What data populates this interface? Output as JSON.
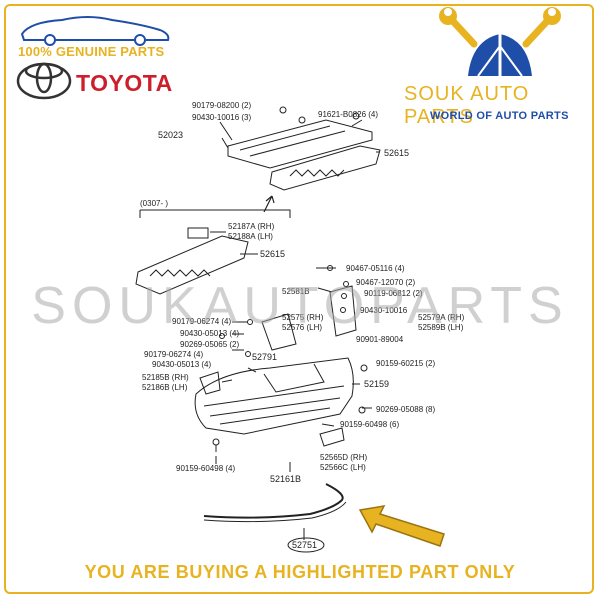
{
  "header": {
    "genuine_tag": "100% GENUINE PARTS",
    "brand_word": "TOYOTA",
    "seller_name": "SOUK AUTO PARTS",
    "seller_tagline": "WORLD OF AUTO PARTS"
  },
  "watermark": "SOUKAUTOPARTS",
  "footer": {
    "note": "YOU ARE BUYING A HIGHLIGHTED PART ONLY"
  },
  "diagram": {
    "period": "(0307-     )",
    "labels": {
      "p1": "90179-08200 (2)",
      "p2": "90430-10016 (3)",
      "p3": "91621-B0826 (4)",
      "p4": "52023",
      "p5": "52615",
      "p6": "52187A (RH)",
      "p7": "52188A (LH)",
      "p8": "52615",
      "p9": "90467-05116 (4)",
      "p10": "90467-12070 (2)",
      "p11": "90119-06812 (2)",
      "p12": "52581B",
      "p13": "90430-10016",
      "p14": "52579A (RH)",
      "p15": "52589B (LH)",
      "p16": "90179-06274 (4)",
      "p17": "90430-05013 (4)",
      "p18": "52575 (RH)",
      "p19": "52576 (LH)",
      "p20": "90269-05065 (2)",
      "p21": "90901-89004",
      "p22": "90179-06274 (4)",
      "p23": "52791",
      "p24": "90430-05013 (4)",
      "p25": "90159-60215 (2)",
      "p26": "52185B (RH)",
      "p27": "52186B (LH)",
      "p28": "52159",
      "p29": "90269-05088 (8)",
      "p30": "90159-60498 (6)",
      "p31": "52565D (RH)",
      "p32": "52566C (LH)",
      "p33": "90159-60498 (4)",
      "p34": "52161B",
      "p35": "52751"
    }
  },
  "colors": {
    "accent": "#e7b321",
    "toyota_red": "#cc1f2b",
    "brand_blue": "#1f4ea8"
  }
}
